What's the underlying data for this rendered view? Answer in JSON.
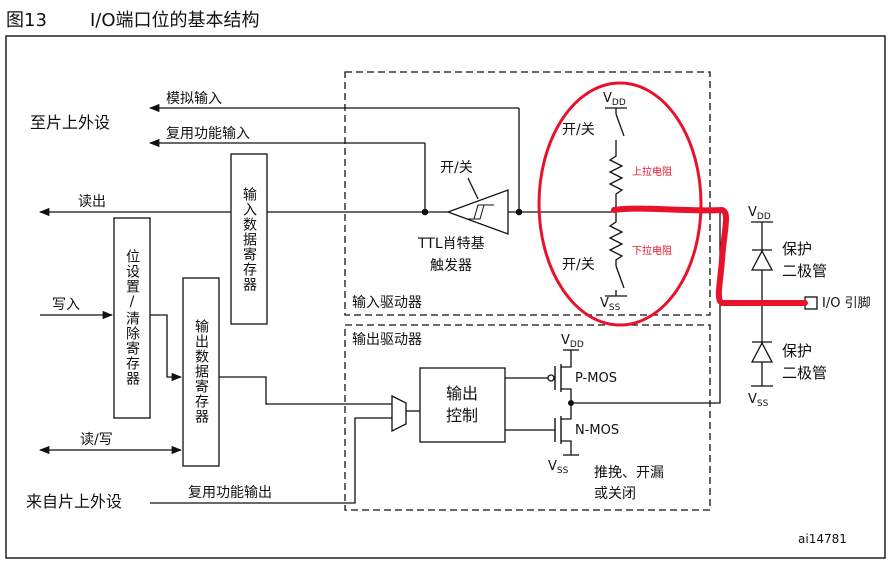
{
  "figure": {
    "number": "图13",
    "title": "I/O端口位的基本结构",
    "ref_code": "ai14781"
  },
  "regions": {
    "input_driver": "输入驱动器",
    "output_driver": "输出驱动器"
  },
  "left_signals": {
    "to_peripheral": "至片上外设",
    "analog_input": "模拟输入",
    "alt_func_input": "复用功能输入",
    "read": "读出",
    "write": "写入",
    "read_write": "读/写",
    "from_peripheral": "来自片上外设",
    "alt_func_output": "复用功能输出"
  },
  "registers": {
    "input_data": "输入数据寄存器",
    "bit_set_reset": "位设置/清除寄存器",
    "output_data": "输出数据寄存器"
  },
  "input_stage": {
    "switch_label": "开/关",
    "schmitt_line1": "TTL肖特基",
    "schmitt_line2": "触发器",
    "pull_up": "上拉电阻",
    "pull_down": "下拉电阻",
    "switch_top": "开/关",
    "switch_bottom": "开/关"
  },
  "output_stage": {
    "control_line1": "输出",
    "control_line2": "控制",
    "pmos": "P-MOS",
    "nmos": "N-MOS",
    "mode_line1": "推挽、开漏",
    "mode_line2": "或关闭"
  },
  "protection": {
    "diode_top_line1": "保护",
    "diode_top_line2": "二极管",
    "diode_bottom_line1": "保护",
    "diode_bottom_line2": "二极管",
    "pin": "I/O 引脚"
  },
  "supply": {
    "vdd": "V",
    "vdd_sub": "DD",
    "vss": "V",
    "vss_sub": "SS"
  },
  "colors": {
    "line": "#111111",
    "annotation_red": "#e8132b",
    "highlight_red": "#e8132b"
  }
}
